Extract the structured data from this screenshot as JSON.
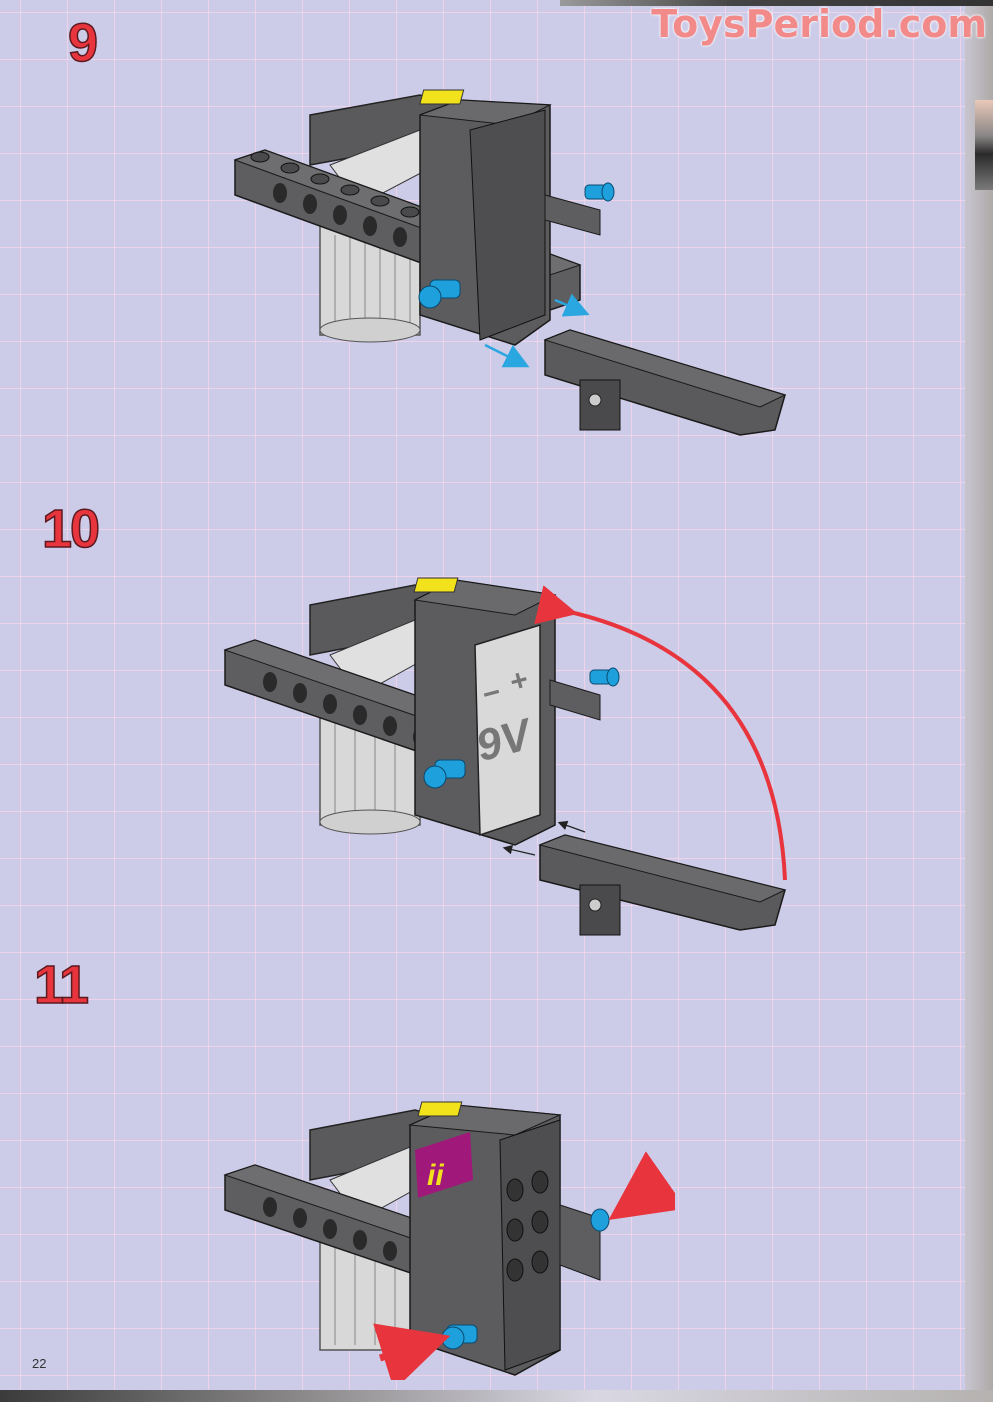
{
  "document": {
    "type": "LEGO Technic building instructions",
    "page_number": "22",
    "watermark": "ToysPeriod.com",
    "colors": {
      "page_background": "#cccbe8",
      "grid_lines": "#fad7eb",
      "step_number": "#e8353d",
      "watermark": "#f28a8a",
      "part_dark_gray": "#5a5a5c",
      "part_light_gray": "#d8d8d8",
      "pin_blue": "#1ea0dc",
      "handle_yellow": "#f2e21c",
      "badge_magenta": "#a0187a",
      "arrow_red": "#e8353d",
      "arrow_blue": "#2aa6e0"
    }
  },
  "steps": [
    {
      "number": "9",
      "description": "Motor assembly with battery box; battery cover slides out (blue arrows)",
      "arrows": [
        "blue",
        "blue"
      ]
    },
    {
      "number": "10",
      "description": "9V battery inserted; cover slides back in and rotates up (red curved arrow)",
      "battery_label": "9V",
      "battery_polarity": [
        "−",
        "+"
      ],
      "arrows": [
        "red-curved",
        "black-small",
        "black-small"
      ]
    },
    {
      "number": "11",
      "description": "Closed battery box with decal; two blue pins inserted (red arrows)",
      "decal_symbol": "ii",
      "arrows": [
        "red",
        "red"
      ]
    }
  ]
}
